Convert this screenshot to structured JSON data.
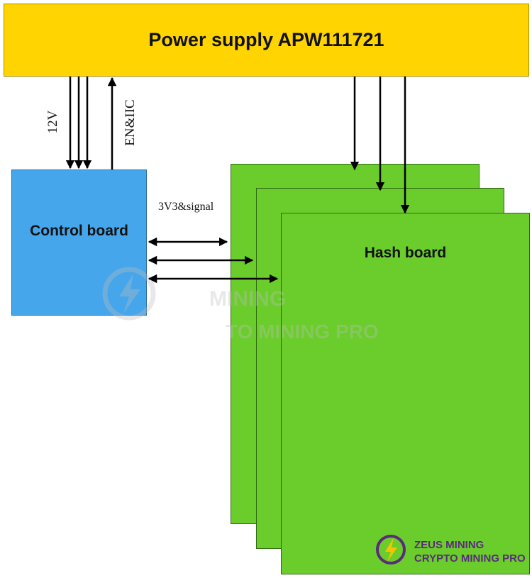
{
  "power_supply": {
    "label": "Power supply APW111721",
    "color": "#FFD400"
  },
  "control_board": {
    "label": "Control board",
    "color": "#45A6EC"
  },
  "hash_board": {
    "label": "Hash board",
    "color": "#6ACD2C",
    "count": 3
  },
  "connections": {
    "power_label": "12V",
    "enable_label": "EN&IIC",
    "signal_label": "3V3&signal"
  },
  "watermark": {
    "line1": "MINING",
    "line2": "TO MINING PRO"
  },
  "logo": {
    "icon": "lightning-bolt-icon",
    "line1": "ZEUS MINING",
    "line2": "CRYPTO MINING PRO",
    "color": "#5a2b7a"
  }
}
